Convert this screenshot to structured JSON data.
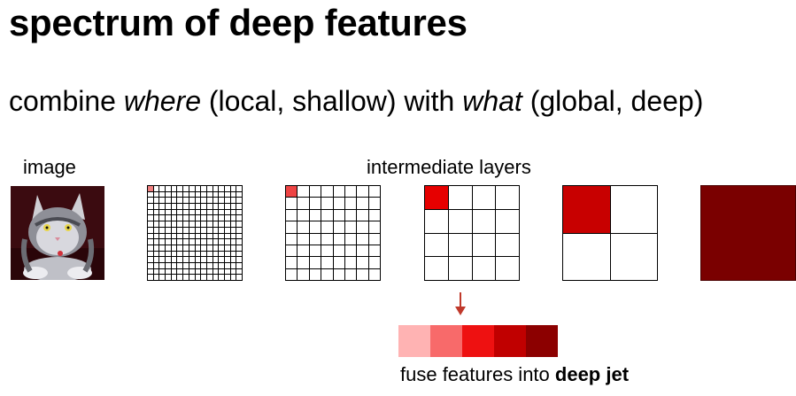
{
  "title": "spectrum of deep features",
  "subtitle": {
    "part1": "combine ",
    "em1": "where",
    "part2": " (local, shallow) with ",
    "em2": "what",
    "part3": " (global, deep)"
  },
  "labels": {
    "image": "image",
    "intermediate": "intermediate layers"
  },
  "layers": [
    {
      "grid": 16,
      "highlight_color": "#f08080"
    },
    {
      "grid": 8,
      "highlight_color": "#ee4444"
    },
    {
      "grid": 4,
      "highlight_color": "#e60000"
    },
    {
      "grid": 2,
      "highlight_color": "#c80000"
    },
    {
      "grid": 1,
      "highlight_color": "#7a0000"
    }
  ],
  "jet_colors": [
    "#ffb3b3",
    "#f86a6a",
    "#ee1111",
    "#c00000",
    "#8c0000"
  ],
  "caption": {
    "text": "fuse features into ",
    "bold": "deep jet"
  },
  "arrow_color": "#c0392b"
}
